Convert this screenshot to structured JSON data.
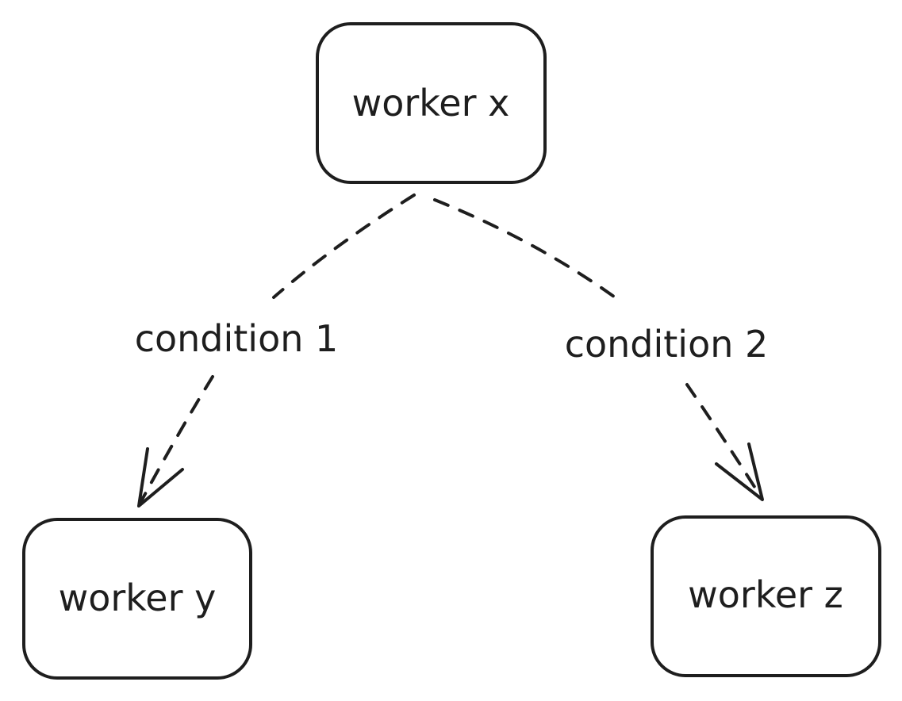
{
  "nodes": {
    "x": {
      "label": "worker x"
    },
    "y": {
      "label": "worker y"
    },
    "z": {
      "label": "worker z"
    }
  },
  "edges": {
    "to_y": {
      "label": "condition 1"
    },
    "to_z": {
      "label": "condition 2"
    }
  },
  "colors": {
    "stroke": "#1e1e1e",
    "background": "#ffffff"
  }
}
